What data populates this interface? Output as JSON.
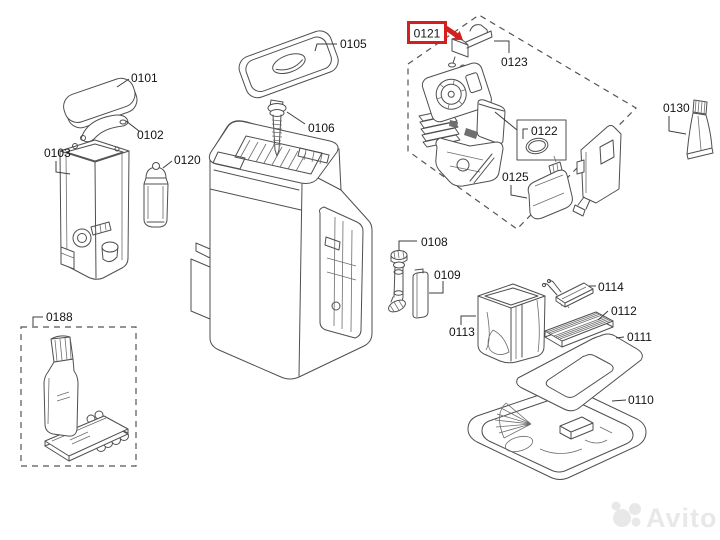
{
  "diagram": {
    "parts": {
      "p0101": "0101",
      "p0102": "0102",
      "p0103": "0103",
      "p0105": "0105",
      "p0106": "0106",
      "p0108": "0108",
      "p0109": "0109",
      "p0110": "0110",
      "p0111": "0111",
      "p0112": "0112",
      "p0113": "0113",
      "p0114": "0114",
      "p0120": "0120",
      "p0121": "0121",
      "p0122": "0122",
      "p0123": "0123",
      "p0125": "0125",
      "p0130": "0130",
      "p0188": "0188"
    },
    "highlight": {
      "label": "0121",
      "color": "#d3201f"
    }
  },
  "watermark": {
    "text": "Avito",
    "color": "#e8e8e8"
  }
}
